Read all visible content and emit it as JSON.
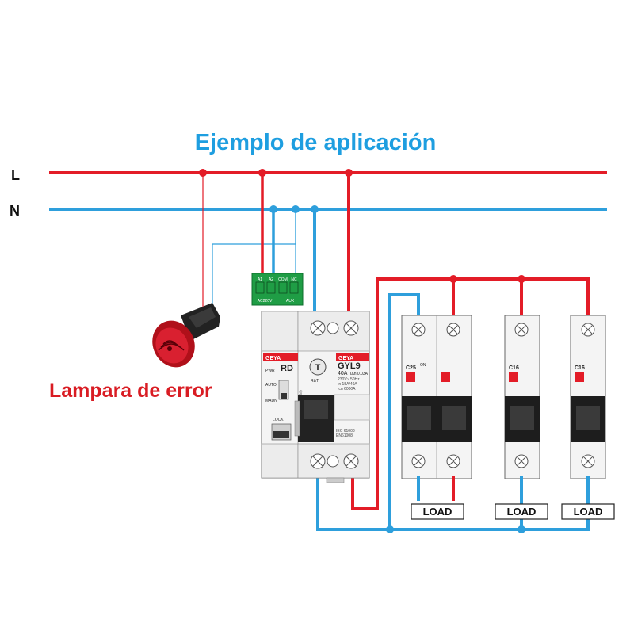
{
  "title": "Ejemplo de aplicación",
  "lines": {
    "live": "L",
    "neutral": "N"
  },
  "lamp": {
    "label": "Lampara de error"
  },
  "aux_terminal": {
    "pins": [
      "A1",
      "A2",
      "COM",
      "NC"
    ],
    "labels": [
      "AC220V",
      "AUX"
    ]
  },
  "rcd": {
    "brand": "GEYA",
    "model": "RD",
    "brand2": "GEYA",
    "series": "GYL9",
    "rating": "40A",
    "sensitivity": "IΔn 0.03A",
    "indicators": [
      "PWR",
      "AUTO",
      "MAUN",
      "LOCK"
    ],
    "test_label": "T",
    "reset_label": "R&T",
    "specs": [
      "230V~ 50Hz",
      "In 15A/40A",
      "Icn 6000A"
    ],
    "standard": [
      "IEC 61008",
      "EN61008"
    ],
    "side_text": "Test Monthly"
  },
  "breakers": [
    {
      "rating": "C25",
      "poles": 2
    },
    {
      "rating": "C16",
      "poles": 1
    },
    {
      "rating": "C16",
      "poles": 1
    }
  ],
  "breaker_status": "ON",
  "loads": [
    "LOAD",
    "LOAD",
    "LOAD"
  ],
  "colors": {
    "live": "#e31c27",
    "neutral": "#2e9fdc",
    "title": "#1e9ee0",
    "lamp_label": "#d91c23",
    "terminal_green": "#1f9d45"
  }
}
